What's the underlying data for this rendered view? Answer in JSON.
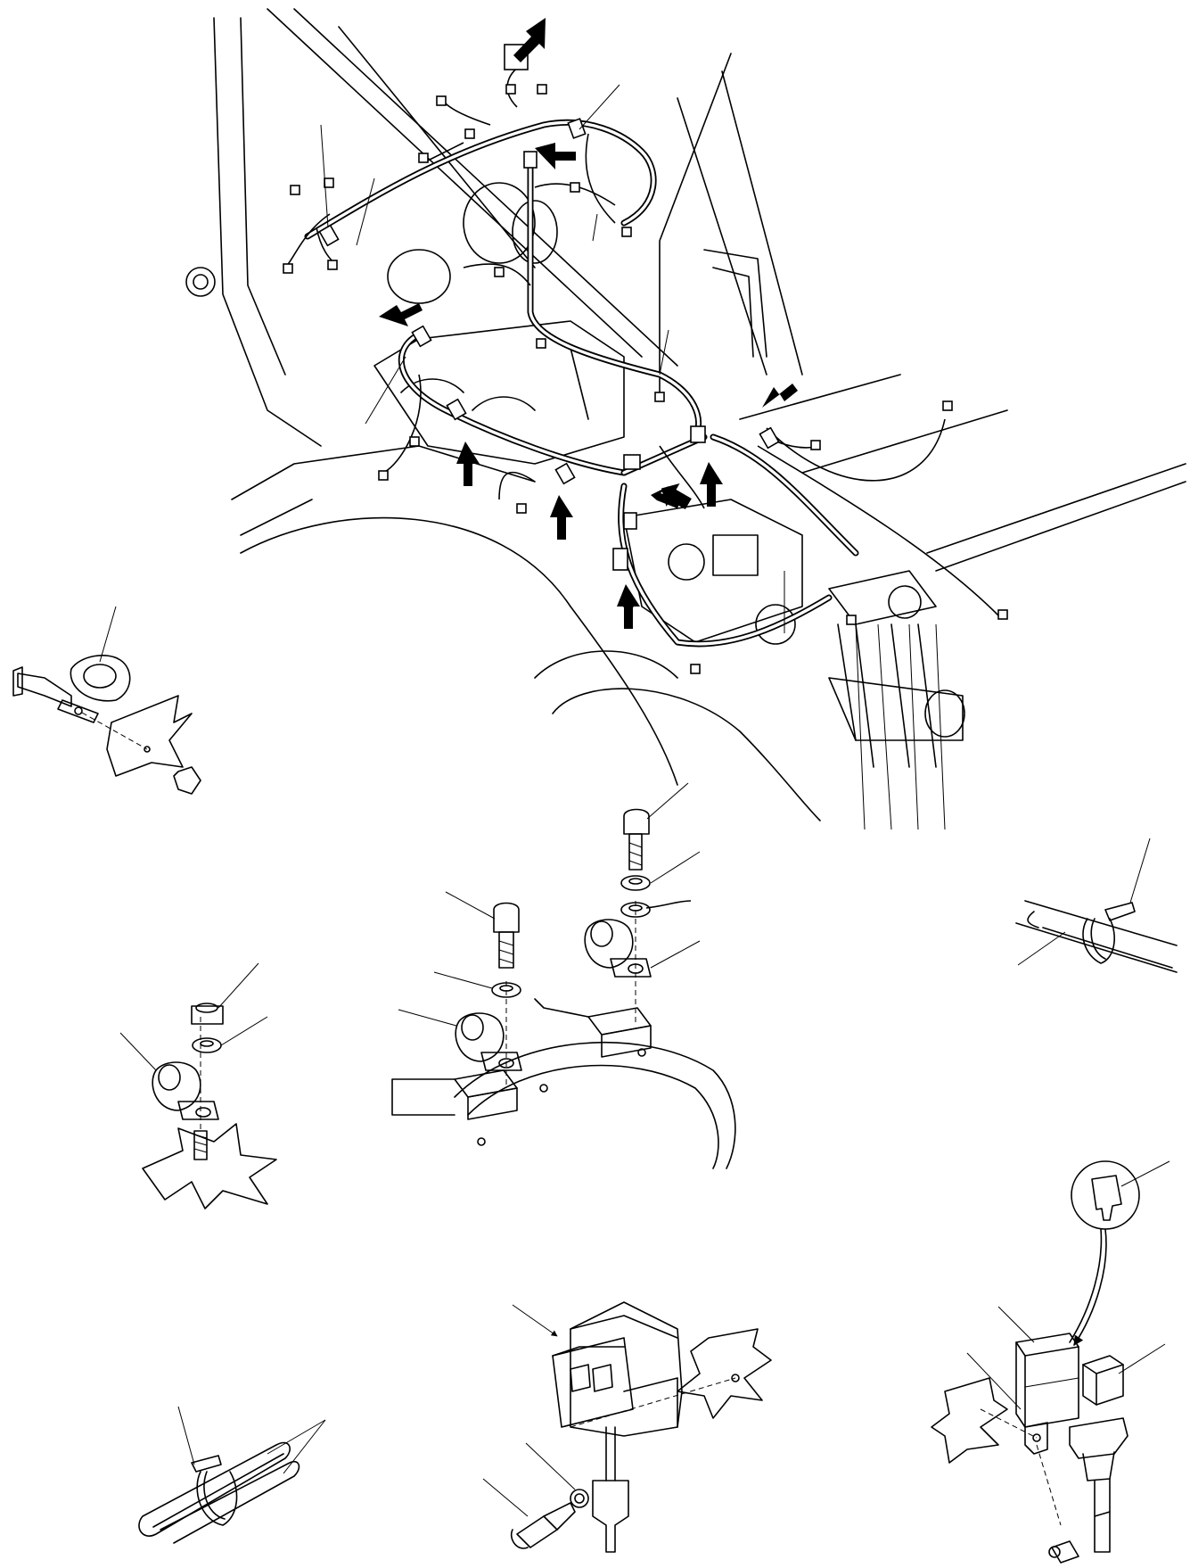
{
  "figure": {
    "title": "",
    "annotations": []
  },
  "callouts": {
    "arrow_count": 12,
    "leader_line_count": 28
  },
  "detail_views": [
    {
      "id": "bolt-clamp-nut"
    },
    {
      "id": "nut-washer-clamp-stud"
    },
    {
      "id": "bolt-washer-clamp-pair"
    },
    {
      "id": "cable-tie-hose"
    },
    {
      "id": "cable-tie-pair"
    },
    {
      "id": "relay-bracket"
    },
    {
      "id": "fuse-relay-box"
    }
  ]
}
